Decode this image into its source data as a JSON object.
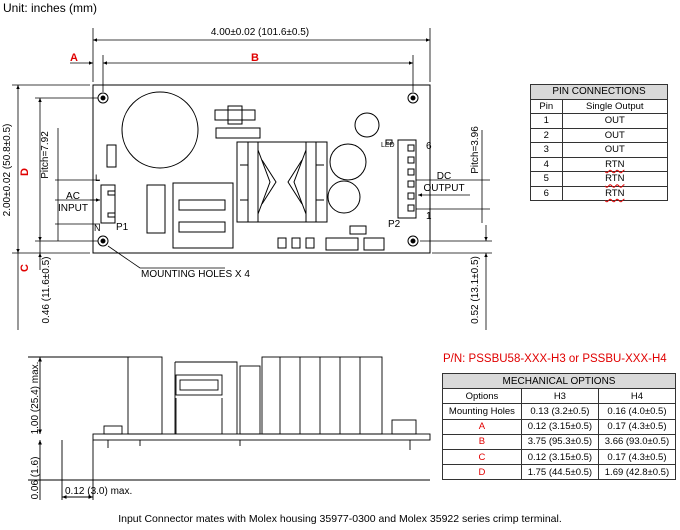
{
  "unit_label": "Unit: inches (mm)",
  "dimensions": {
    "overall_width": "4.00±0.02 (101.6±0.5)",
    "overall_height": "2.00±0.02 (50.8±0.5)",
    "bottom_left_offset": "0.46 (11.6±0.5)",
    "bottom_right_offset": "0.52 (13.1±0.5)",
    "pitch_left": "Pitch=7.92",
    "pitch_right": "Pitch=3.96",
    "side_height": "1.00 (25.4) max.",
    "side_base": "0.06 (1.6)",
    "side_lead": "0.12 (3.0) max."
  },
  "letters": {
    "a": "A",
    "b": "B",
    "c": "C",
    "d": "D"
  },
  "labels": {
    "ac_input": [
      "AC",
      "INPUT"
    ],
    "dc_output": [
      "DC",
      "OUTPUT"
    ],
    "p1": "P1",
    "p2": "P2",
    "l": "L",
    "n": "N",
    "led": "LED",
    "pin6": "6",
    "pin1": "1",
    "mounting_holes": "MOUNTING HOLES X 4"
  },
  "pin_table": {
    "title": "PIN CONNECTIONS",
    "headers": [
      "Pin",
      "Single Output"
    ],
    "rows": [
      [
        "1",
        "OUT"
      ],
      [
        "2",
        "OUT"
      ],
      [
        "3",
        "OUT"
      ],
      [
        "4",
        "RTN"
      ],
      [
        "5",
        "RTN"
      ],
      [
        "6",
        "RTN"
      ]
    ]
  },
  "part_number": "P/N: PSSBU58-XXX-H3 or PSSBU-XXX-H4",
  "mech_table": {
    "title": "MECHANICAL OPTIONS",
    "headers": [
      "Options",
      "H3",
      "H4"
    ],
    "rows": [
      [
        "Mounting Holes",
        "0.13 (3.2±0.5)",
        "0.16 (4.0±0.5)"
      ],
      [
        "A",
        "0.12 (3.15±0.5)",
        "0.17 (4.3±0.5)"
      ],
      [
        "B",
        "3.75 (95.3±0.5)",
        "3.66 (93.0±0.5)"
      ],
      [
        "C",
        "0.12 (3.15±0.5)",
        "0.17 (4.3±0.5)"
      ],
      [
        "D",
        "1.75 (44.5±0.5)",
        "1.69 (42.8±0.5)"
      ]
    ]
  },
  "footnote": "Input Connector mates with Molex housing 35977-0300 and Molex 35922 series crimp terminal.",
  "colors": {
    "accent_red": "#e00000",
    "line": "#000000",
    "table_header": "#d9d9d9"
  }
}
